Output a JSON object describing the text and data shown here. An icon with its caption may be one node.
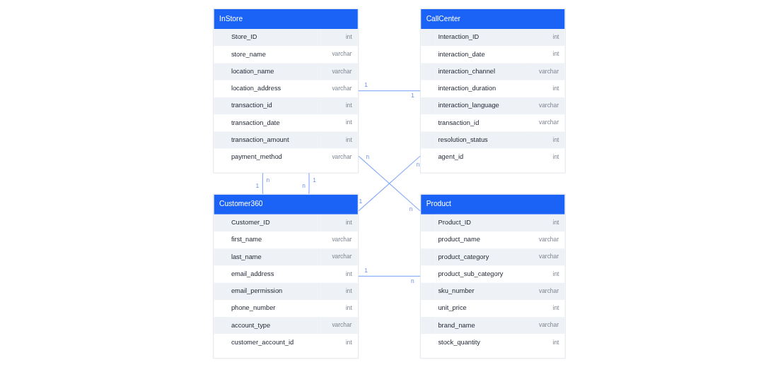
{
  "diagram": {
    "nodes": [
      {
        "text": [
          "InStore",
          "Store_ID",
          "int",
          "store_name",
          "varchar",
          "location_name",
          "varchar",
          "location_address",
          "varchar",
          "transaction_id",
          "int",
          "transaction_date",
          "int",
          "transaction_amount",
          "int",
          "payment_method",
          "varchar"
        ]
      },
      {
        "text": [
          "CallCenter",
          "Interaction_ID",
          "int",
          "interaction_date",
          "int",
          "interaction_channel",
          "varchar",
          "interaction_duration",
          "int",
          "interaction_language",
          "varchar",
          "transaction_id",
          "varchar",
          "resolution_status",
          "int",
          "agent_id",
          "int"
        ]
      },
      {
        "text": [
          "Customer360",
          "Customer_ID",
          "int",
          "first_name",
          "varchar",
          "last_name",
          "varchar",
          "email_address",
          "int",
          "email_permission",
          "int",
          "phone_number",
          "int",
          "account_type",
          "varchar",
          "customer_account_id",
          "int"
        ]
      },
      {
        "text": [
          "Product",
          "Product_ID",
          "int",
          "product_name",
          "varchar",
          "product_category",
          "varchar",
          "product_sub_category",
          "int",
          "sku_number",
          "varchar",
          "unit_price",
          "int",
          "brand_name",
          "varchar",
          "stock_quantity",
          "int"
        ]
      }
    ],
    "edges": [
      {
        "from": 0,
        "to": 2,
        "arrow": "none"
      },
      {
        "from": 0,
        "to": 3,
        "arrow": "none"
      },
      {
        "from": 0,
        "to": 2,
        "arrow": "none"
      },
      {
        "from": 0,
        "to": 1,
        "arrow": "none"
      },
      {
        "from": 1,
        "to": 2,
        "arrow": "none"
      },
      {
        "from": 2,
        "to": 3,
        "arrow": "none"
      }
    ],
    "labels": [
      "n",
      "n",
      "n",
      "1",
      "1",
      "1",
      "1",
      "n",
      "1",
      "1",
      "n",
      "n"
    ]
  }
}
